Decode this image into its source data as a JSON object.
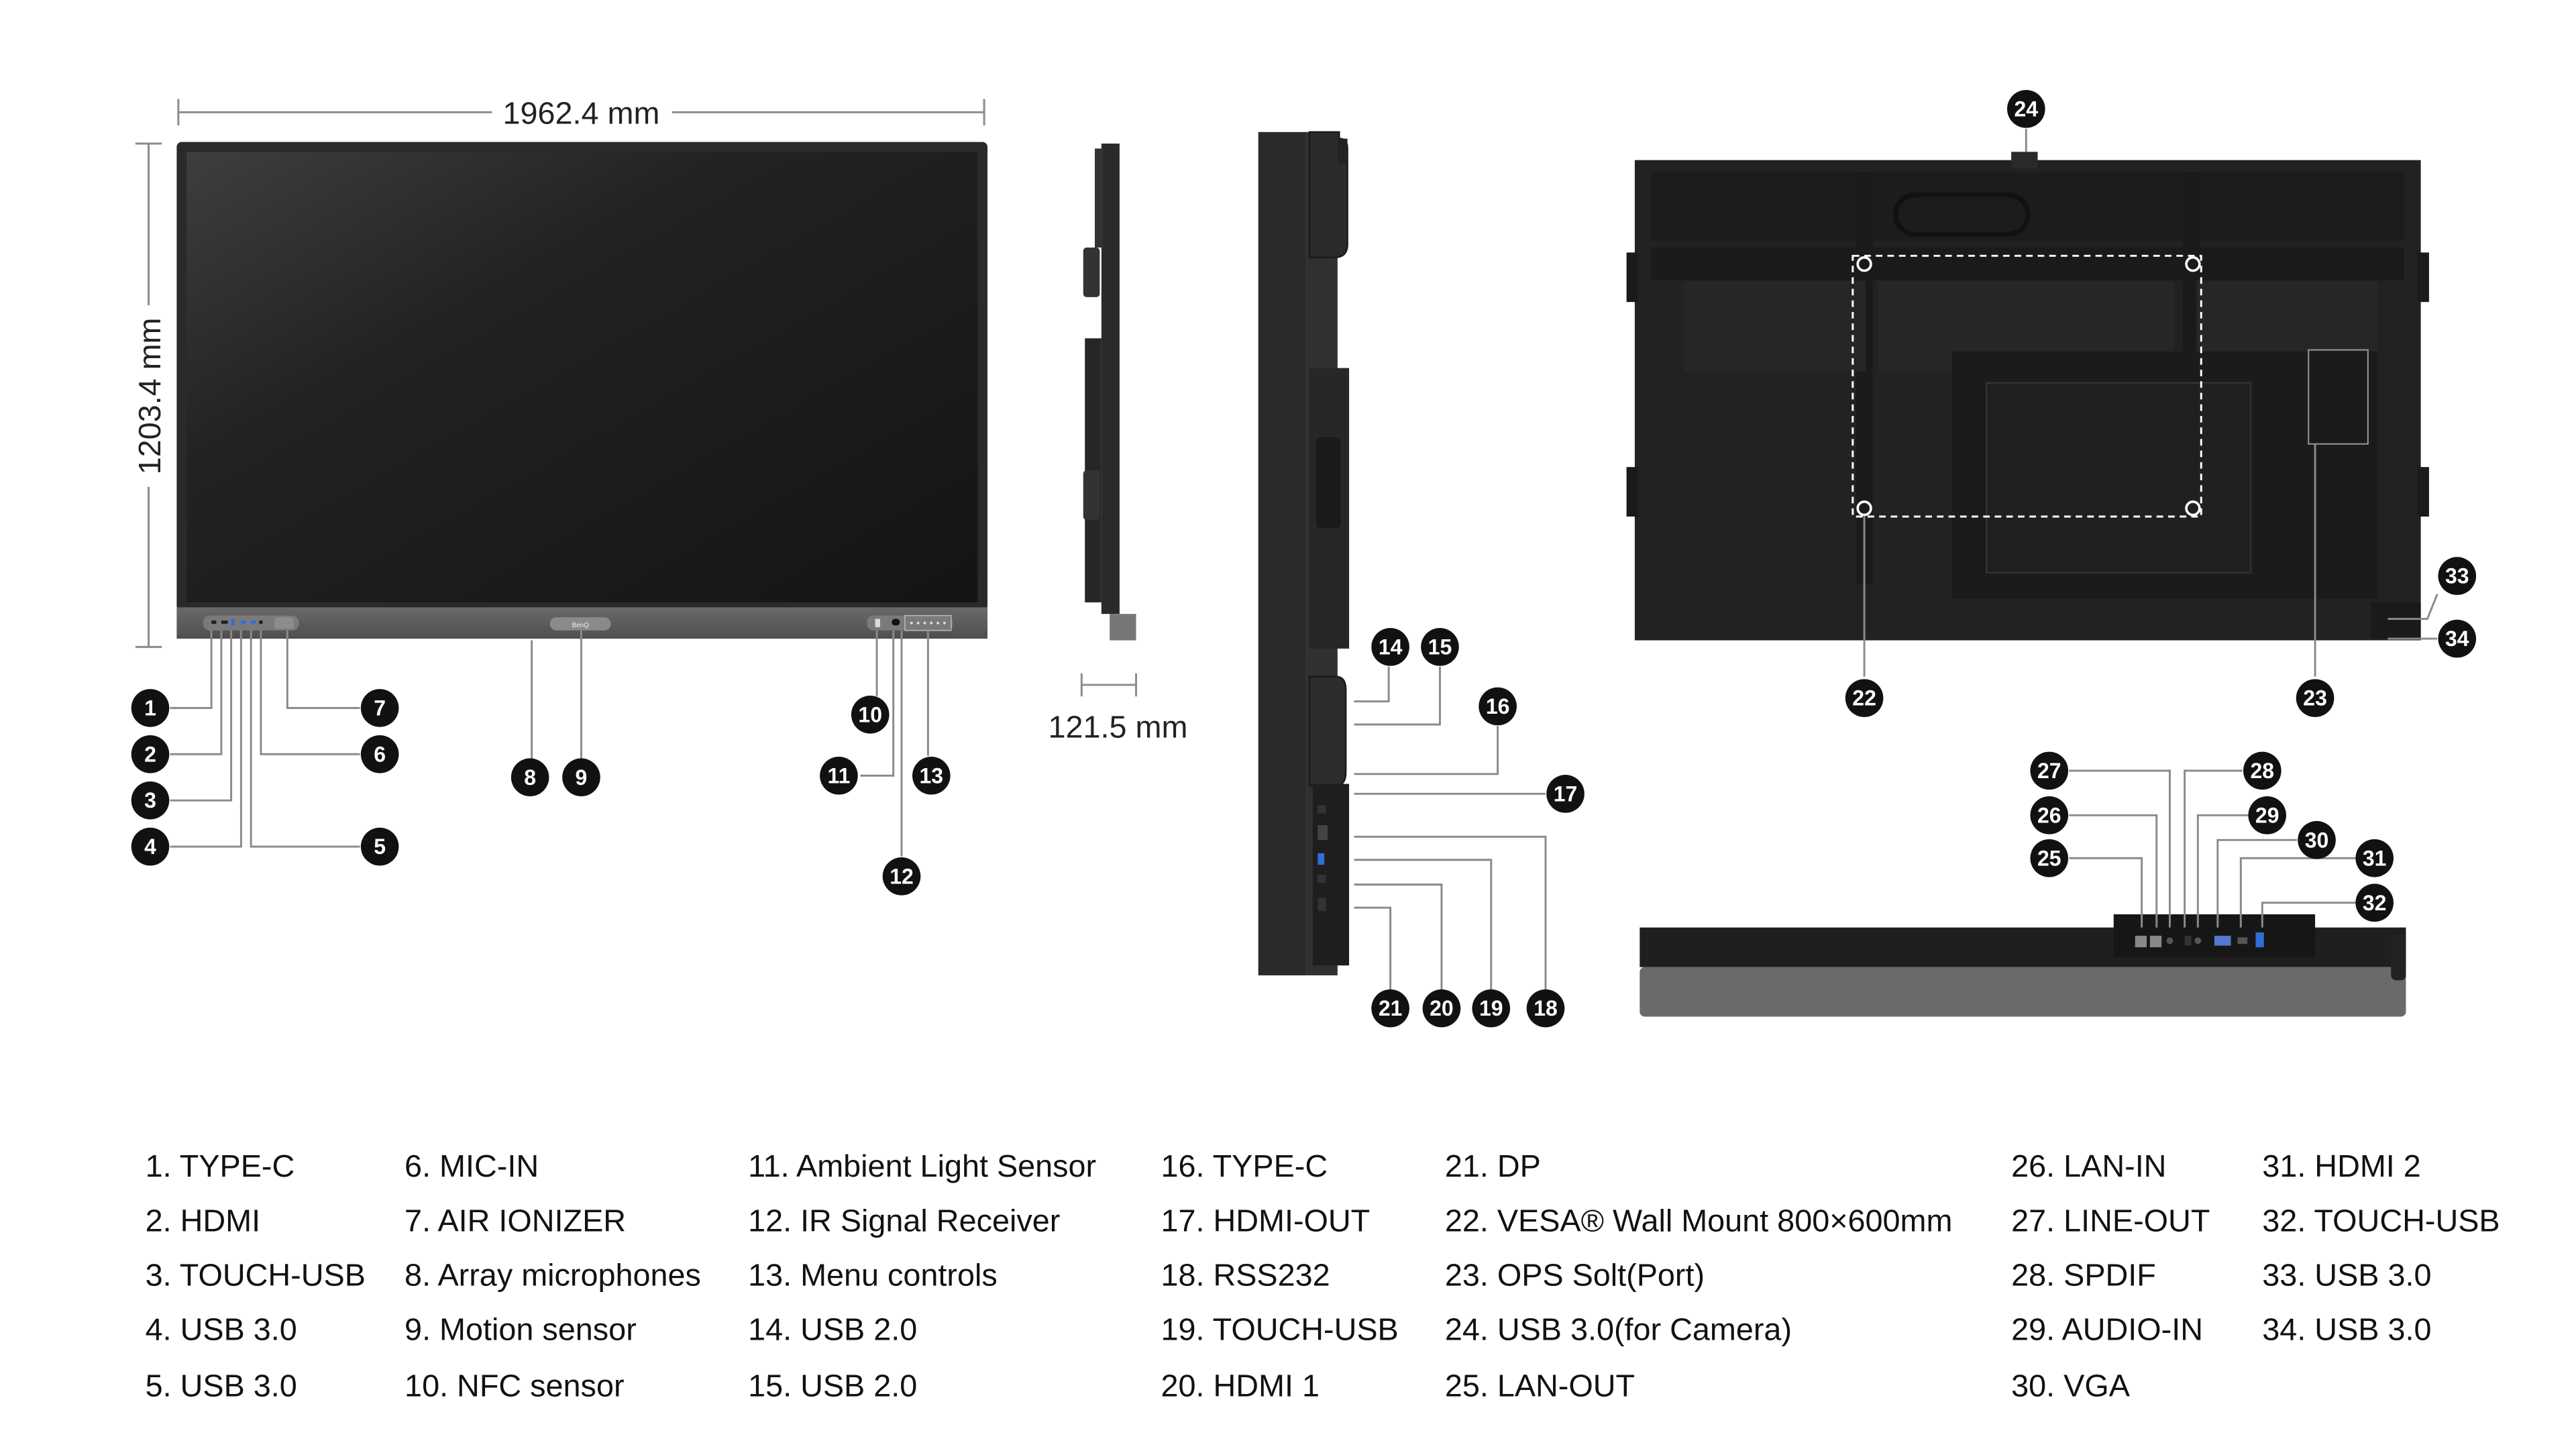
{
  "dimensions": {
    "width": "1962.4 mm",
    "height": "1203.4 mm",
    "depth": "121.5 mm",
    "brand_logo": "BenQ"
  },
  "colors": {
    "bezel": "#2b2b2b",
    "screen": "#1c1c1c",
    "speaker_bar": "#5a5a5a",
    "badge": "#111111",
    "leader": "#8a8a8a",
    "usb_blue": "#2e6fd6"
  },
  "callouts": [
    "1",
    "2",
    "3",
    "4",
    "5",
    "6",
    "7",
    "8",
    "9",
    "10",
    "11",
    "12",
    "13",
    "14",
    "15",
    "16",
    "17",
    "18",
    "19",
    "20",
    "21",
    "22",
    "23",
    "24",
    "25",
    "26",
    "27",
    "28",
    "29",
    "30",
    "31",
    "32",
    "33",
    "34"
  ],
  "legend": {
    "columns": [
      [
        {
          "num": "1.",
          "label": "TYPE-C"
        },
        {
          "num": "2.",
          "label": "HDMI"
        },
        {
          "num": "3.",
          "label": "TOUCH-USB"
        },
        {
          "num": "4.",
          "label": "USB 3.0"
        },
        {
          "num": "5.",
          "label": "USB 3.0"
        }
      ],
      [
        {
          "num": "6.",
          "label": "MIC-IN"
        },
        {
          "num": "7.",
          "label": "AIR IONIZER"
        },
        {
          "num": "8.",
          "label": "Array microphones"
        },
        {
          "num": "9.",
          "label": "Motion sensor"
        },
        {
          "num": "10.",
          "label": "NFC sensor"
        }
      ],
      [
        {
          "num": "11.",
          "label": "Ambient Light Sensor"
        },
        {
          "num": "12.",
          "label": "IR Signal Receiver"
        },
        {
          "num": "13.",
          "label": "Menu controls"
        },
        {
          "num": "14.",
          "label": "USB 2.0"
        },
        {
          "num": "15.",
          "label": "USB 2.0"
        }
      ],
      [
        {
          "num": "16.",
          "label": "TYPE-C"
        },
        {
          "num": "17.",
          "label": "HDMI-OUT"
        },
        {
          "num": "18.",
          "label": "RSS232"
        },
        {
          "num": "19.",
          "label": "TOUCH-USB"
        },
        {
          "num": "20.",
          "label": "HDMI 1"
        }
      ],
      [
        {
          "num": "21.",
          "label": "DP"
        },
        {
          "num": "22.",
          "label": "VESA® Wall Mount 800×600mm"
        },
        {
          "num": "23.",
          "label": "OPS Solt(Port)"
        },
        {
          "num": "24.",
          "label": "USB 3.0(for Camera)"
        },
        {
          "num": "25.",
          "label": "LAN-OUT"
        }
      ],
      [
        {
          "num": "26.",
          "label": "LAN-IN"
        },
        {
          "num": "27.",
          "label": "LINE-OUT"
        },
        {
          "num": "28.",
          "label": "SPDIF"
        },
        {
          "num": "29.",
          "label": "AUDIO-IN"
        },
        {
          "num": "30.",
          "label": "VGA"
        }
      ],
      [
        {
          "num": "31.",
          "label": "HDMI 2"
        },
        {
          "num": "32.",
          "label": "TOUCH-USB"
        },
        {
          "num": "33.",
          "label": "USB 3.0"
        },
        {
          "num": "34.",
          "label": "USB 3.0"
        }
      ]
    ]
  }
}
